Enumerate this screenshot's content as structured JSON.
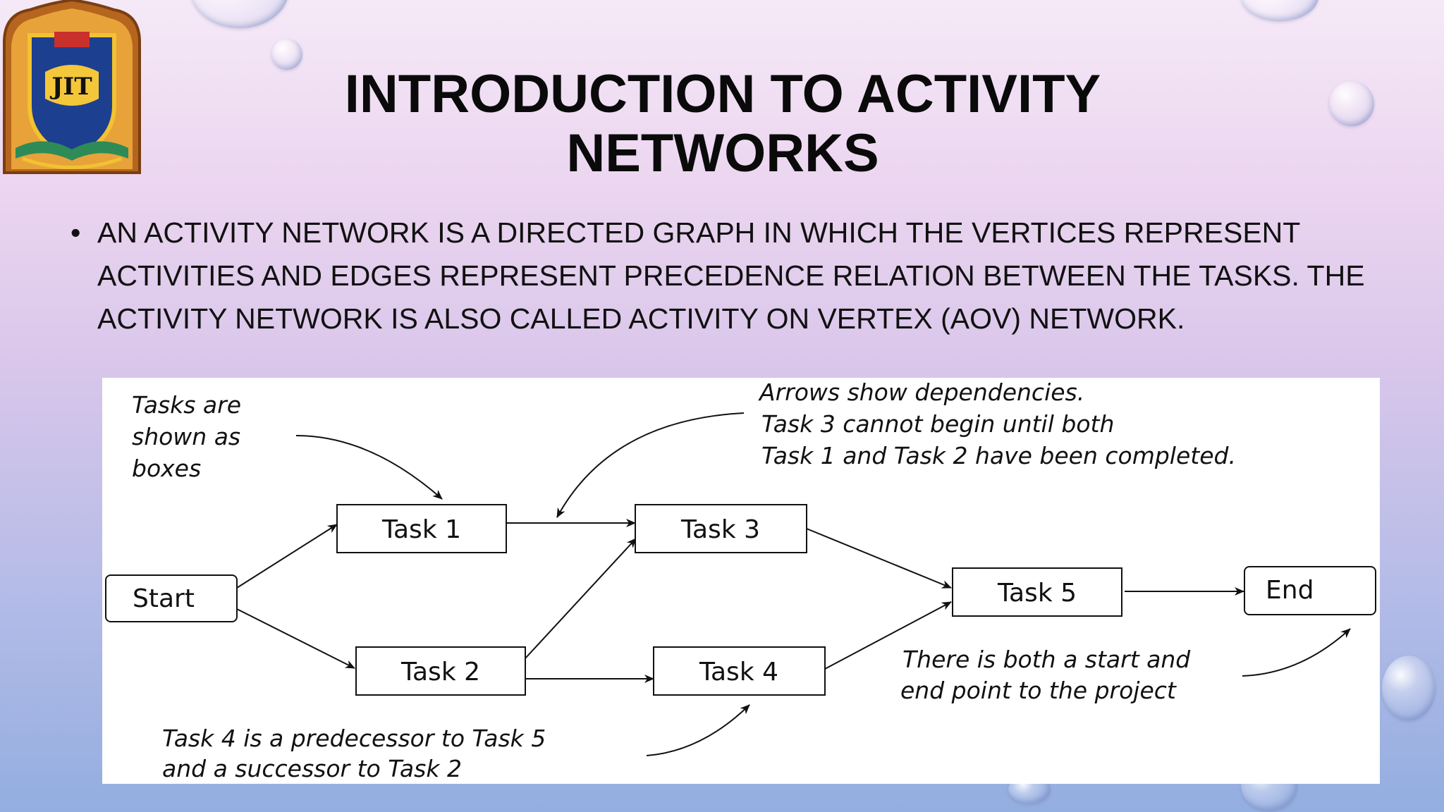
{
  "slide": {
    "logo_text": "JIT",
    "title_line1": "INTRODUCTION TO ACTIVITY",
    "title_line2": "NETWORKS",
    "bullet_symbol": "•",
    "bullet_line1": "AN ACTIVITY NETWORK IS A DIRECTED GRAPH IN WHICH THE VERTICES REPRESENT",
    "bullet_line2": "ACTIVITIES AND EDGES REPRESENT PRECEDENCE RELATION BETWEEN THE TASKS. THE",
    "bullet_line3": "ACTIVITY NETWORK IS ALSO CALLED ACTIVITY ON VERTEX (AOV) NETWORK."
  },
  "diagram": {
    "nodes": {
      "start": "Start",
      "task1": "Task 1",
      "task2": "Task 2",
      "task3": "Task 3",
      "task4": "Task 4",
      "task5": "Task 5",
      "end": "End"
    },
    "notes": {
      "boxes": [
        "Tasks are",
        "shown as",
        "boxes"
      ],
      "arrows": [
        "Arrows show dependencies.",
        "Task 3 cannot begin until both",
        "Task 1 and Task 2 have been completed."
      ],
      "startend": [
        "There is both a start and",
        "end point to the project"
      ],
      "predecessor": [
        "Task 4 is a predecessor to Task 5",
        "and a successor to Task 2"
      ]
    },
    "colors": {
      "line": "#111111",
      "box_fill": "#ffffff"
    }
  }
}
